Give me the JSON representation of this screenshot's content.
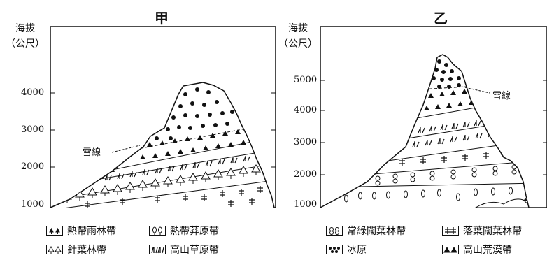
{
  "panels": {
    "jia": {
      "title": "甲",
      "ylabel_line1": "海拔",
      "ylabel_line2": "（公尺）",
      "ticks": [
        "4000",
        "3000",
        "2000",
        "1000"
      ],
      "snowline": "雪線"
    },
    "yi": {
      "title": "乙",
      "ylabel_line1": "海拔",
      "ylabel_line2": "（公尺）",
      "ticks": [
        "5000",
        "4000",
        "3000",
        "2000",
        "1000"
      ],
      "snowline": "雪線"
    }
  },
  "legend": {
    "items": [
      {
        "icon": "tropical-rainforest-icon",
        "label": "熱帶雨林帶"
      },
      {
        "icon": "tropical-savanna-icon",
        "label": "熱帶莽原帶"
      },
      {
        "icon": "evergreen-broadleaf-icon",
        "label": "常綠闊葉林帶"
      },
      {
        "icon": "deciduous-broadleaf-icon",
        "label": "落葉闊葉林帶"
      },
      {
        "icon": "coniferous-forest-icon",
        "label": "針葉林帶"
      },
      {
        "icon": "alpine-meadow-icon",
        "label": "高山草原帶"
      },
      {
        "icon": "ice-field-icon",
        "label": "冰原"
      },
      {
        "icon": "alpine-desert-icon",
        "label": "高山荒漠帶"
      }
    ]
  }
}
